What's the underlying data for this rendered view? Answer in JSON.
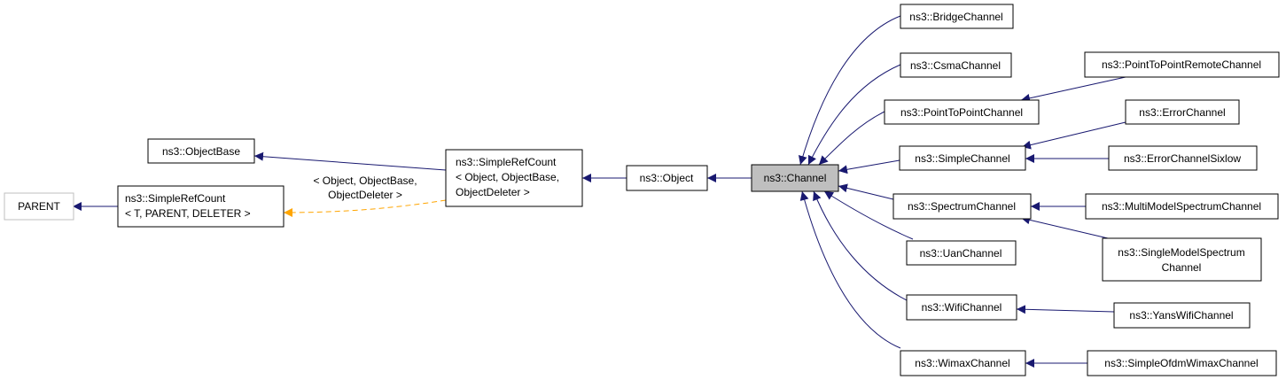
{
  "diagram": {
    "nodes": {
      "parent": "PARENT",
      "simplerefcount_generic": [
        "ns3::SimpleRefCount",
        "< T, PARENT, DELETER >"
      ],
      "objectbase": "ns3::ObjectBase",
      "simplerefcount_object": [
        "ns3::SimpleRefCount",
        "< Object, ObjectBase,",
        "ObjectDeleter >"
      ],
      "object": "ns3::Object",
      "channel": "ns3::Channel",
      "bridge": "ns3::BridgeChannel",
      "csma": "ns3::CsmaChannel",
      "p2p": "ns3::PointToPointChannel",
      "p2p_remote": "ns3::PointToPointRemoteChannel",
      "simple": "ns3::SimpleChannel",
      "error": "ns3::ErrorChannel",
      "error_sixlow": "ns3::ErrorChannelSixlow",
      "spectrum": "ns3::SpectrumChannel",
      "multimodel": "ns3::MultiModelSpectrumChannel",
      "singlemodel": [
        "ns3::SingleModelSpectrum",
        "Channel"
      ],
      "uan": "ns3::UanChannel",
      "wifi": "ns3::WifiChannel",
      "yans": "ns3::YansWifiChannel",
      "wimax": "ns3::WimaxChannel",
      "ofdm": "ns3::SimpleOfdmWimaxChannel"
    },
    "template_label": [
      "< Object, ObjectBase,",
      "ObjectDeleter >"
    ],
    "colors": {
      "inheritance_edge": "#191970",
      "template_edge": "#ffa500",
      "focus_fill": "#bfbfbf",
      "muted_border": "#bfbfbf"
    }
  }
}
